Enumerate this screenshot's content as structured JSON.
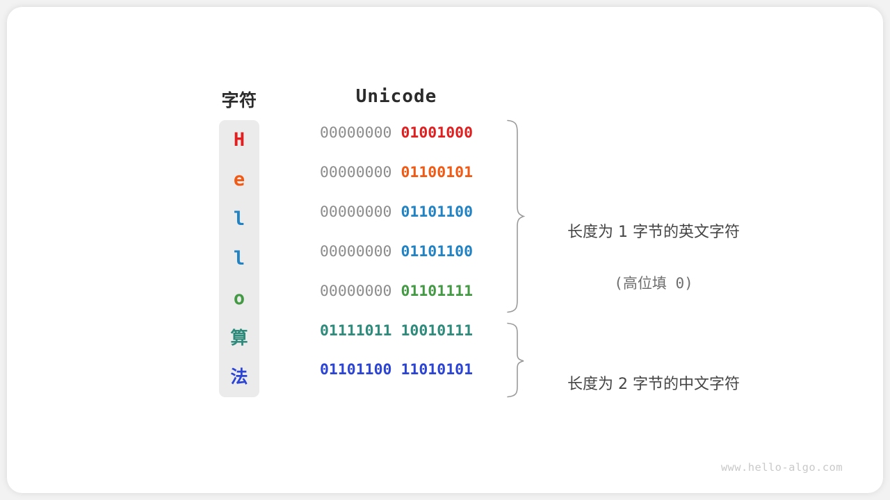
{
  "figure": {
    "background_color": "#f2f2f2",
    "card_color": "#ffffff",
    "column_background": "#ebebeb",
    "headers": {
      "character": "字符",
      "encoding": "Unicode"
    },
    "rows": [
      {
        "char": "H",
        "char_kind": "latin",
        "color": "#e02020",
        "high_byte": "00000000",
        "low_byte": "01001000",
        "high_byte_bold": false
      },
      {
        "char": "e",
        "char_kind": "latin",
        "color": "#f05a14",
        "high_byte": "00000000",
        "low_byte": "01100101",
        "high_byte_bold": false
      },
      {
        "char": "l",
        "char_kind": "latin",
        "color": "#2183c4",
        "high_byte": "00000000",
        "low_byte": "01101100",
        "high_byte_bold": false
      },
      {
        "char": "l",
        "char_kind": "latin",
        "color": "#2183c4",
        "high_byte": "00000000",
        "low_byte": "01101100",
        "high_byte_bold": false
      },
      {
        "char": "o",
        "char_kind": "latin",
        "color": "#449944",
        "high_byte": "00000000",
        "low_byte": "01101111",
        "high_byte_bold": false
      },
      {
        "char": "算",
        "char_kind": "han",
        "color": "#2e8a7a",
        "high_byte": "01111011",
        "low_byte": "10010111",
        "high_byte_bold": true
      },
      {
        "char": "法",
        "char_kind": "han",
        "color": "#2b44d4",
        "high_byte": "01101100",
        "low_byte": "11010101",
        "high_byte_bold": true
      }
    ],
    "groups": [
      {
        "label": "长度为 1 字节的英文字符",
        "sublabel": "(高位填 0)",
        "byte_length": 1,
        "covers_rows": [
          0,
          1,
          2,
          3,
          4
        ]
      },
      {
        "label": "长度为 2 字节的中文字符",
        "sublabel": "",
        "byte_length": 2,
        "covers_rows": [
          5,
          6
        ]
      }
    ],
    "brace_color": "#9a9a9a",
    "watermark": "www.hello-algo.com"
  }
}
